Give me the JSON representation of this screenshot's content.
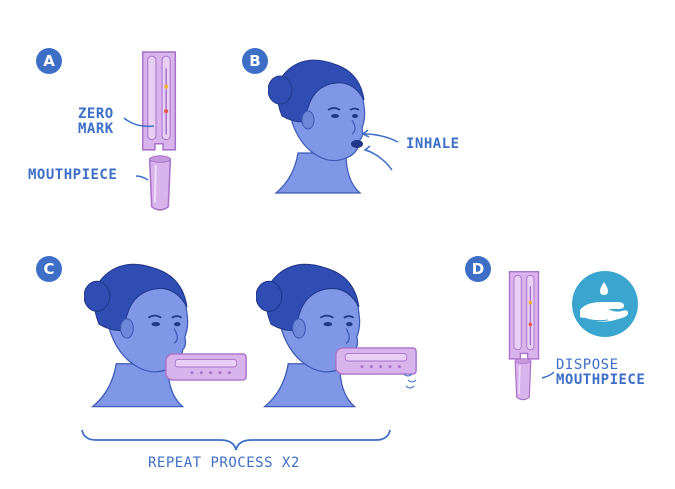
{
  "steps": {
    "a": "A",
    "b": "B",
    "c": "C",
    "d": "D"
  },
  "labels": {
    "zero_mark_line1": "ZERO",
    "zero_mark_line2": "MARK",
    "mouthpiece": "MOUTHPIECE",
    "inhale": "INHALE",
    "repeat": "REPEAT PROCESS X2",
    "dispose_line1": "DISPOSE",
    "dispose_line2": "MOUTHPIECE"
  },
  "colors": {
    "accent": "#3d6fc7",
    "device": "#d9b3ec",
    "device_edge": "#a873c9",
    "skin": "#7f97e6",
    "hair": "#2f4db3",
    "handwash_bg": "#3aa6cf"
  },
  "icons": [
    "hand-washing-icon",
    "water-drop-icon"
  ]
}
